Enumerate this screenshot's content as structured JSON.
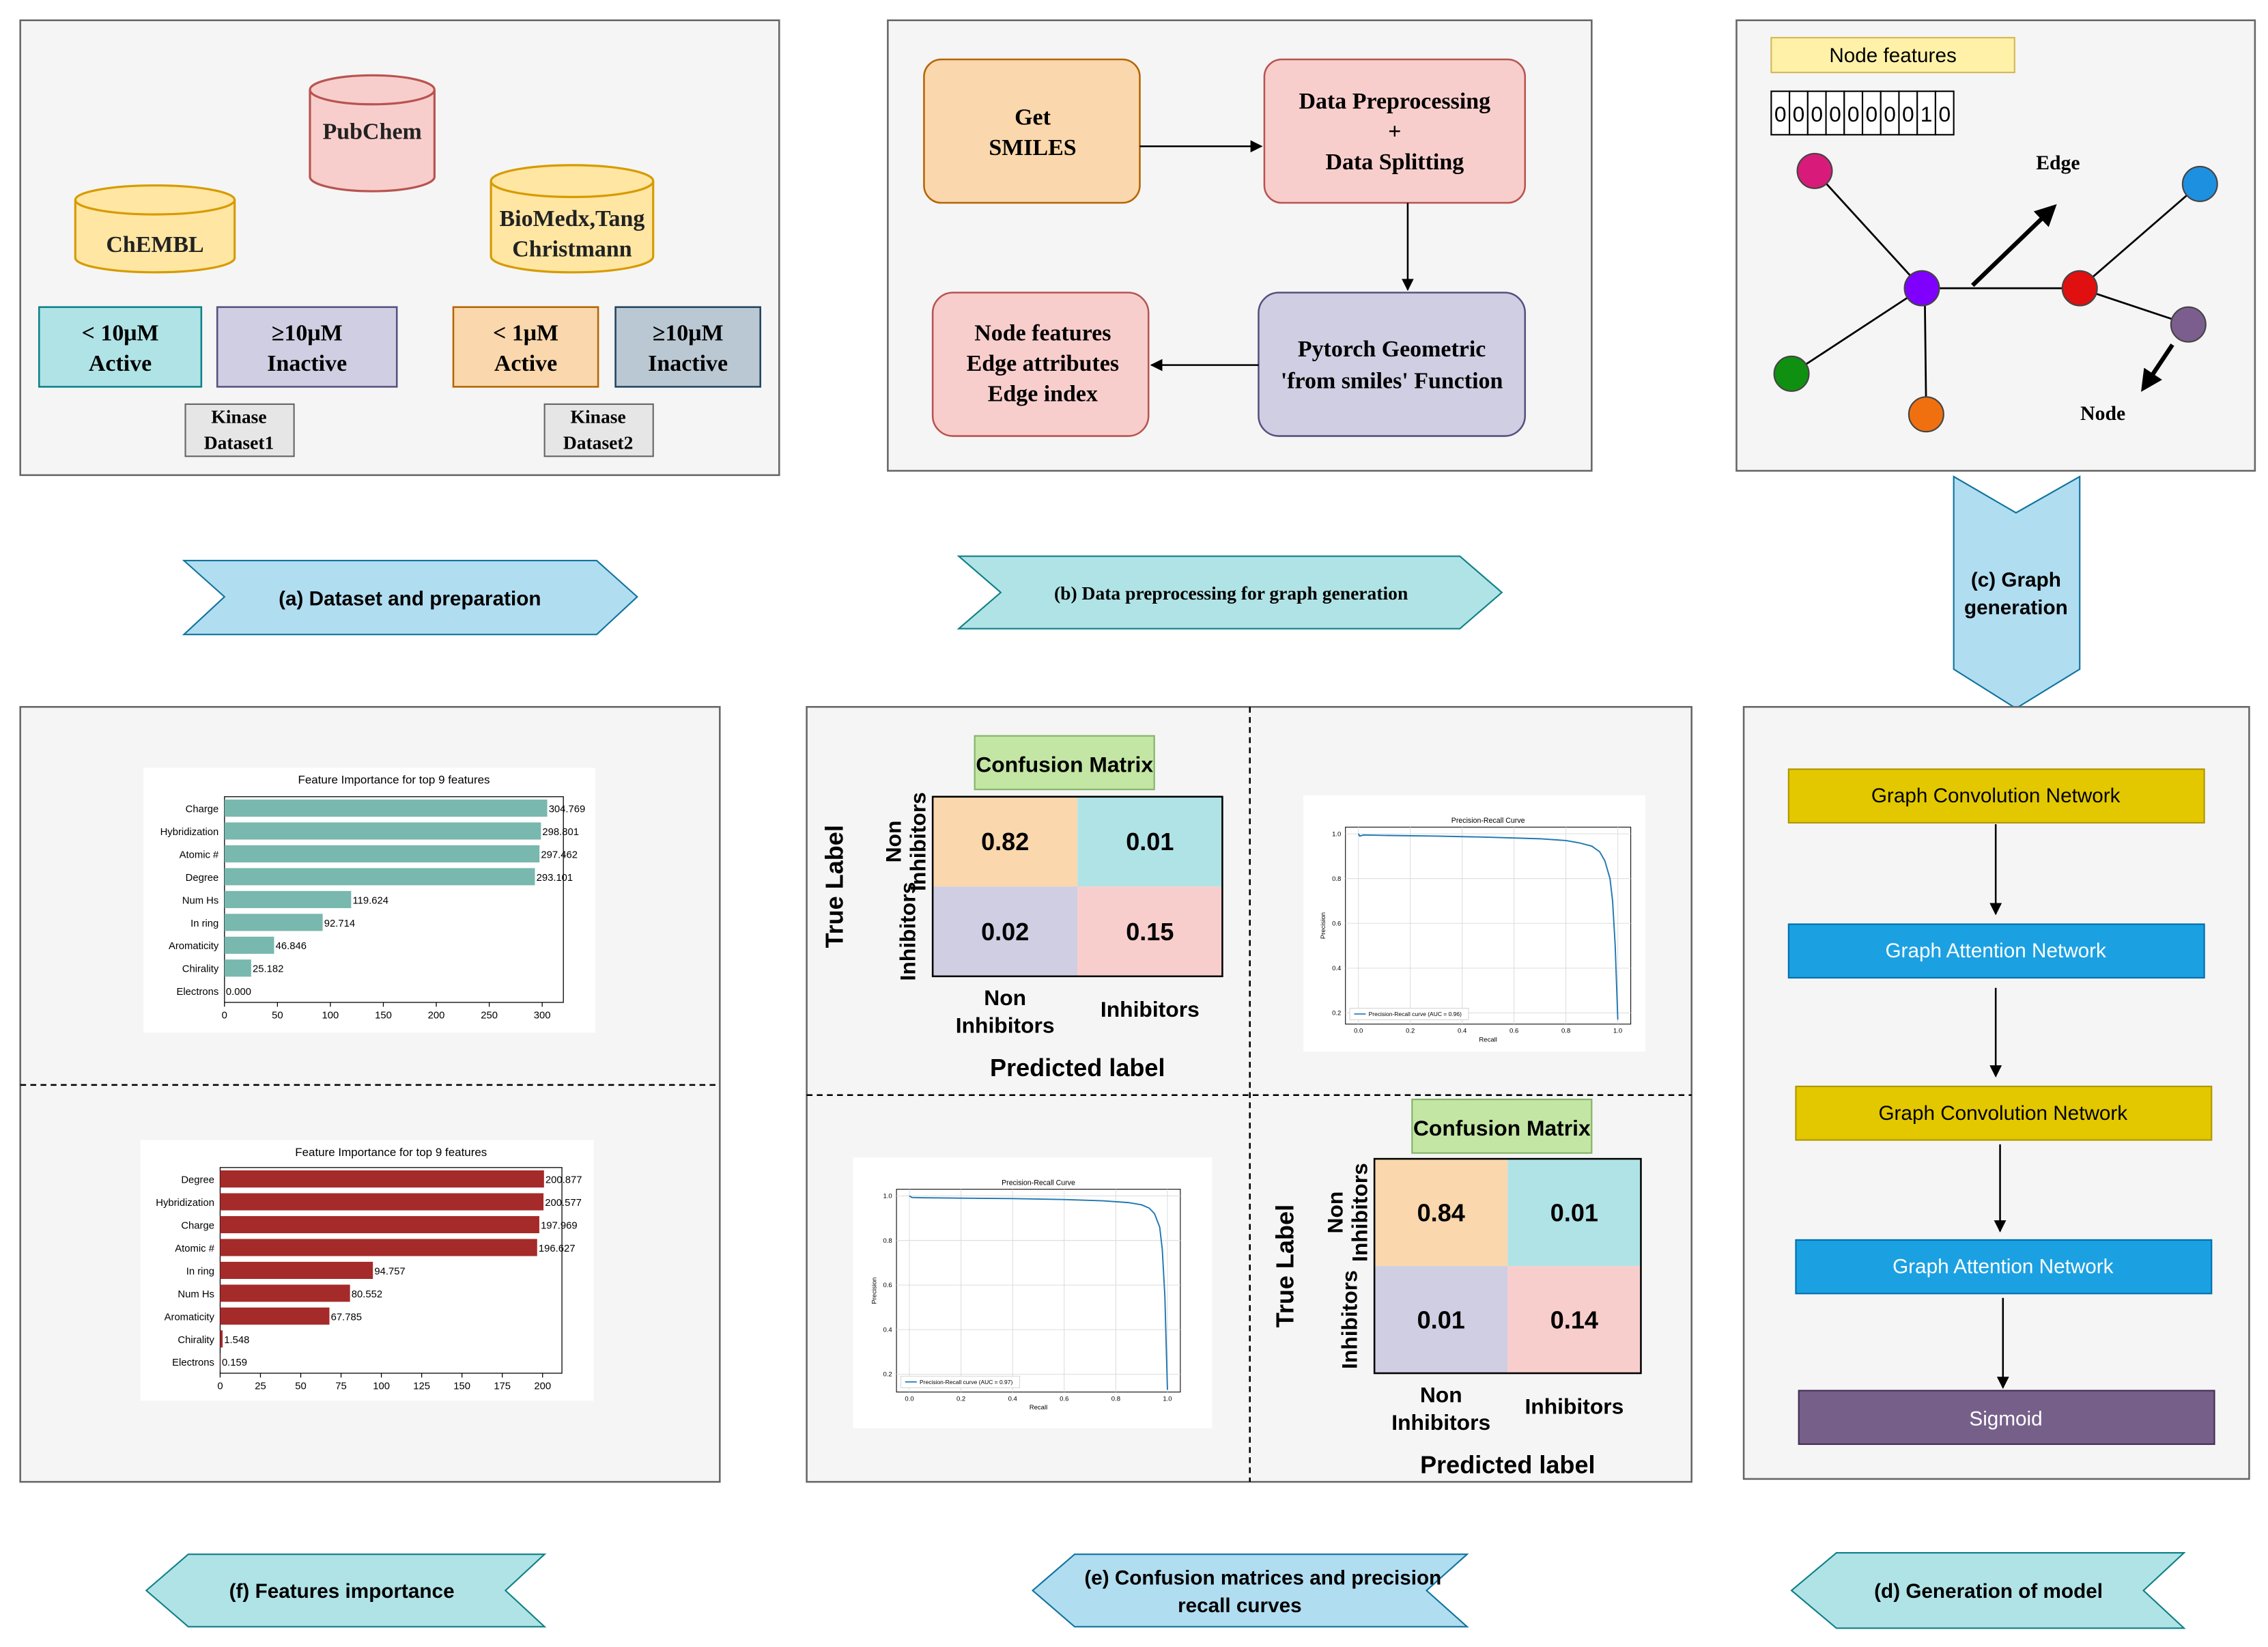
{
  "panel_a": {
    "dbs": {
      "pubchem": "PubChem",
      "chembl": "ChEMBL",
      "biomedx_1": "BioMedx,Tang",
      "biomedx_2": "Christmann"
    },
    "boxes": {
      "k1_active_1": "< 10μM",
      "k1_active_2": "Active",
      "k1_inactive_1": "≥10μM",
      "k1_inactive_2": "Inactive",
      "k2_active_1": "< 1μM",
      "k2_active_2": "Active",
      "k2_inactive_1": "≥10μM",
      "k2_inactive_2": "Inactive"
    },
    "labels": {
      "k1_1": "Kinase",
      "k1_2": "Dataset1",
      "k2_1": "Kinase",
      "k2_2": "Dataset2"
    }
  },
  "panel_b": {
    "get_1": "Get",
    "get_2": "SMILES",
    "prep_1": "Data Preprocessing",
    "prep_2": "+",
    "prep_3": "Data Splitting",
    "pyg_1": "Pytorch Geometric",
    "pyg_2": "'from smiles' Function",
    "out_1": "Node features",
    "out_2": "Edge attributes",
    "out_3": "Edge index"
  },
  "panel_c": {
    "node_features_label": "Node features",
    "vector": [
      "0",
      "0",
      "0",
      "0",
      "0",
      "0",
      "0",
      "0",
      "1",
      "0"
    ],
    "edge_label": "Edge",
    "node_label": "Node",
    "colors": {
      "magenta": "#D81B7A",
      "purple": "#7F00FF",
      "red": "#E01010",
      "blue": "#1E90E0",
      "mauve": "#7B5E8E",
      "green": "#109010",
      "orange": "#F07010"
    }
  },
  "arrows": {
    "a": "(a) Dataset and preparation",
    "b": "(b) Data preprocessing for graph generation",
    "c_1": "(c) Graph",
    "c_2": "generation",
    "d": "(d)   Generation of  model",
    "e_1": "(e) Confusion matrices and precision",
    "e_2": "recall curves",
    "f": "(f)  Features importance"
  },
  "panel_d": {
    "layers": [
      "Graph Convolution Network",
      "Graph Attention Network",
      "Graph Convolution Network",
      "Graph Attention Network",
      "Sigmoid"
    ]
  },
  "panel_e": {
    "cm1": {
      "title": "Confusion Matrix",
      "ylabel": "True Label",
      "xlabel": "Predicted label",
      "row_labels": [
        "Non\nInhibitors",
        "Inhibitors"
      ],
      "col_labels": [
        "Non\nInhibitors",
        "Inhibitors"
      ],
      "values": [
        [
          "0.82",
          "0.01"
        ],
        [
          "0.02",
          "0.15"
        ]
      ]
    },
    "cm2": {
      "title": "Confusion Matrix",
      "ylabel": "True Label",
      "xlabel": "Predicted label",
      "row_labels": [
        "Non\nInhibitors",
        "Inhibitors"
      ],
      "col_labels": [
        "Non\nInhibitors",
        "Inhibitors"
      ],
      "values": [
        [
          "0.84",
          "0.01"
        ],
        [
          "0.01",
          "0.14"
        ]
      ]
    },
    "pr1": {
      "title": "Precision-Recall Curve",
      "xlabel": "Recall",
      "ylabel": "Precision",
      "legend": "Precision-Recall curve (AUC = 0.96)"
    },
    "pr2": {
      "title": "Precision-Recall Curve",
      "xlabel": "Recall",
      "ylabel": "Precision",
      "legend": "Precision-Recall curve (AUC = 0.97)"
    }
  },
  "chart_data": [
    {
      "type": "bar",
      "orientation": "horizontal",
      "title": "Feature Importance for top 9 features",
      "categories": [
        "Charge",
        "Hybridization",
        "Atomic #",
        "Degree",
        "Num Hs",
        "In ring",
        "Aromaticity",
        "Chirality",
        "Electrons"
      ],
      "values": [
        304.769,
        298.801,
        297.462,
        293.101,
        119.624,
        92.714,
        46.846,
        25.182,
        0.0
      ],
      "value_labels": [
        "304.769",
        "298.801",
        "297.462",
        "293.101",
        "119.624",
        "92.714",
        "46.846",
        "25.182",
        "0.000"
      ],
      "xlim": [
        0,
        320
      ],
      "xticks": [
        0,
        50,
        100,
        150,
        200,
        250,
        300
      ],
      "color": "#78B8AE"
    },
    {
      "type": "bar",
      "orientation": "horizontal",
      "title": "Feature Importance for top 9 features",
      "categories": [
        "Degree",
        "Hybridization",
        "Charge",
        "Atomic #",
        "In ring",
        "Num Hs",
        "Aromaticity",
        "Chirality",
        "Electrons"
      ],
      "values": [
        200.877,
        200.577,
        197.969,
        196.627,
        94.757,
        80.552,
        67.785,
        1.548,
        0.159
      ],
      "value_labels": [
        "200.877",
        "200.577",
        "197.969",
        "196.627",
        "94.757",
        "80.552",
        "67.785",
        "1.548",
        "0.159"
      ],
      "xlim": [
        0,
        212
      ],
      "xticks": [
        0,
        25,
        50,
        75,
        100,
        125,
        150,
        175,
        200
      ],
      "color": "#A52A2A"
    },
    {
      "type": "line",
      "title": "Precision-Recall Curve",
      "xlabel": "Recall",
      "ylabel": "Precision",
      "series": [
        {
          "name": "Precision-Recall curve (AUC = 0.96)",
          "x": [
            0.0,
            0.005,
            0.02,
            0.1,
            0.3,
            0.5,
            0.7,
            0.8,
            0.85,
            0.9,
            0.93,
            0.95,
            0.97,
            0.98,
            0.99,
            1.0
          ],
          "y": [
            1.0,
            0.99,
            0.995,
            0.993,
            0.99,
            0.985,
            0.978,
            0.97,
            0.96,
            0.945,
            0.92,
            0.88,
            0.8,
            0.7,
            0.5,
            0.17
          ]
        }
      ],
      "xlim": [
        -0.05,
        1.05
      ],
      "ylim": [
        0.15,
        1.03
      ],
      "xticks": [
        0.0,
        0.2,
        0.4,
        0.6,
        0.8,
        1.0
      ],
      "yticks": [
        0.2,
        0.4,
        0.6,
        0.8,
        1.0
      ]
    },
    {
      "type": "line",
      "title": "Precision-Recall Curve",
      "xlabel": "Recall",
      "ylabel": "Precision",
      "series": [
        {
          "name": "Precision-Recall curve (AUC = 0.97)",
          "x": [
            0.0,
            0.01,
            0.05,
            0.2,
            0.4,
            0.6,
            0.75,
            0.85,
            0.9,
            0.93,
            0.95,
            0.97,
            0.98,
            0.99,
            1.0
          ],
          "y": [
            1.0,
            0.993,
            0.992,
            0.99,
            0.988,
            0.984,
            0.978,
            0.97,
            0.96,
            0.945,
            0.92,
            0.86,
            0.76,
            0.55,
            0.13
          ]
        }
      ],
      "xlim": [
        -0.05,
        1.05
      ],
      "ylim": [
        0.12,
        1.03
      ],
      "xticks": [
        0.0,
        0.2,
        0.4,
        0.6,
        0.8,
        1.0
      ],
      "yticks": [
        0.2,
        0.4,
        0.6,
        0.8,
        1.0
      ]
    }
  ]
}
